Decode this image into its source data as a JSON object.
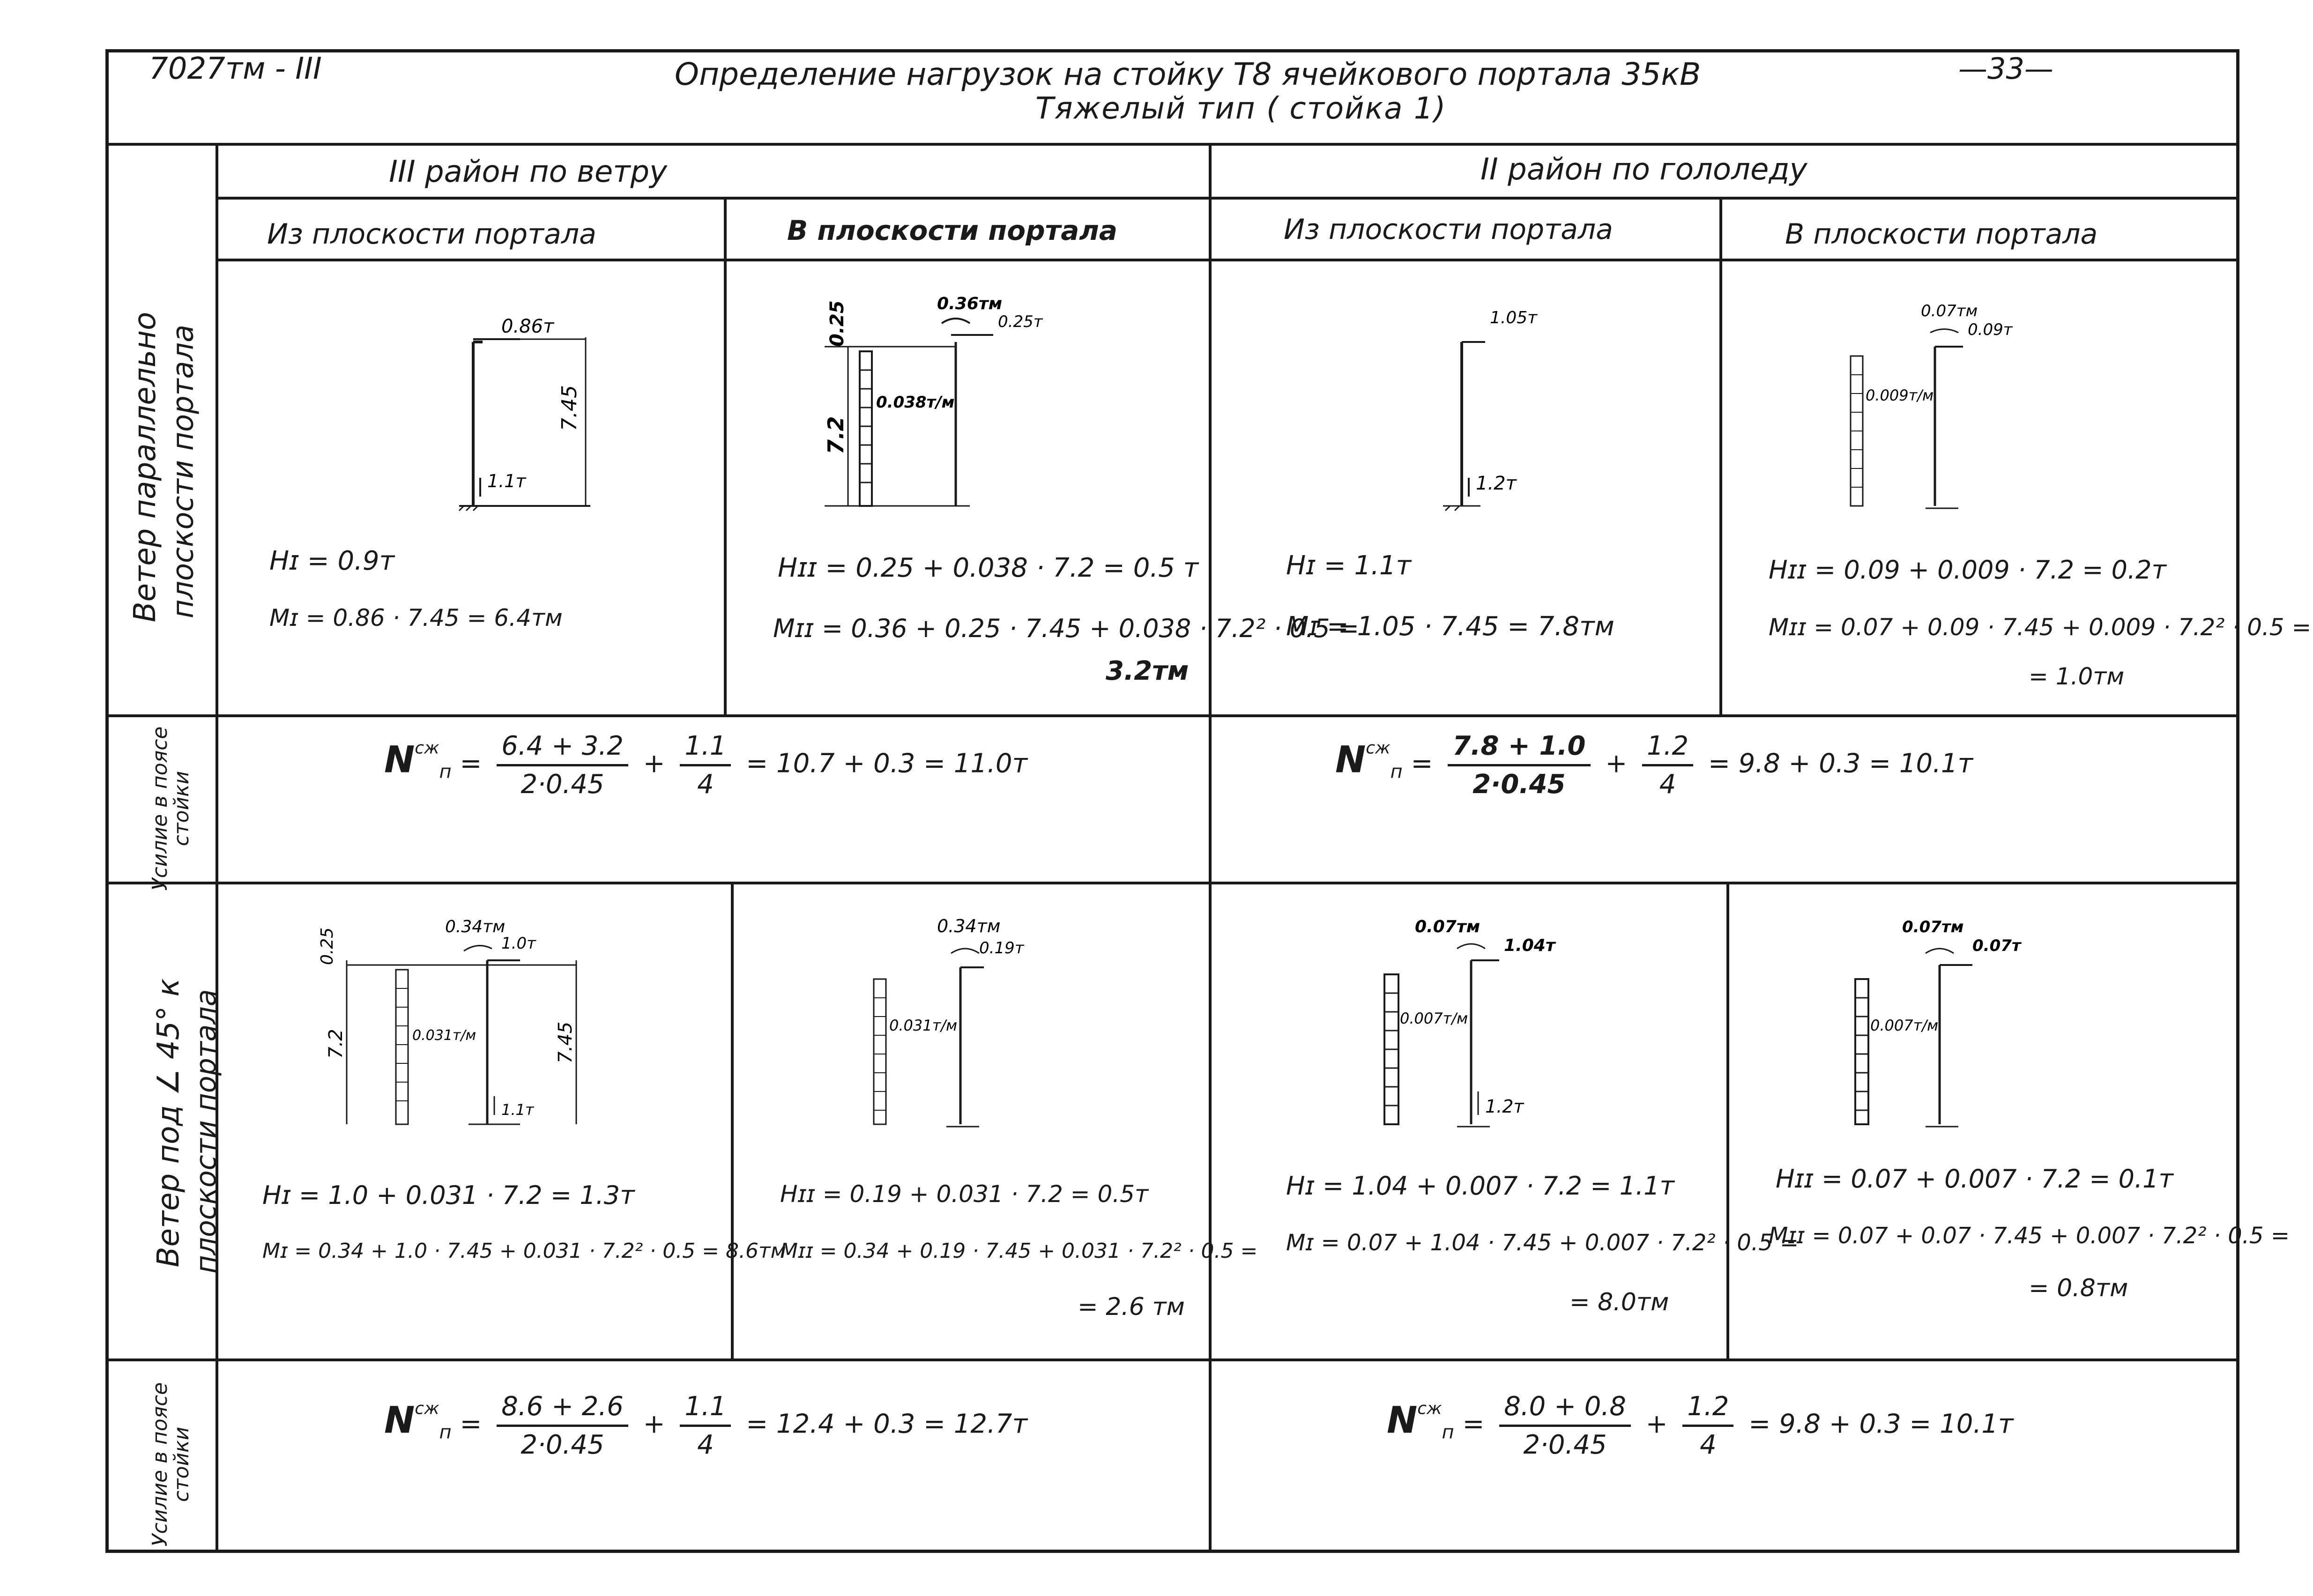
{
  "header": {
    "doc_code": "7027тм - III",
    "title_line1": "Определение нагрузок на стойку Т8 ячейкового портала 35кВ",
    "title_line2": "Тяжелый тип ( стойка 1)",
    "page_number": "—33—"
  },
  "columns": {
    "wind_zone": "III район по ветру",
    "ice_zone": "II район по гололеду",
    "out_of_plane_1": "Из плоскости портала",
    "in_plane_1": "В плоскости портала",
    "out_of_plane_2": "Из плоскости портала",
    "in_plane_2": "В плоскости портала"
  },
  "rows": {
    "row1_label_a": "Ветер параллельно",
    "row1_label_b": "плоскости портала",
    "row2_label": "Усилие в поясе стойки",
    "row3_label_a": "Ветер под ∠ 45° к",
    "row3_label_b": "плоскости портала",
    "row4_label": "Усилие в поясе стойки"
  },
  "cells": {
    "r1c1": {
      "d_top": "0.86т",
      "d_height": "7.45",
      "d_bottom": "1.1т",
      "h": "Hɪ = 0.9т",
      "m": "Mɪ = 0.86 · 7.45 = 6.4тм"
    },
    "r1c2": {
      "d_moment": "0.36тм",
      "d_top": "0.25т",
      "d_offset": "0.25",
      "d_height": "7.2",
      "d_dist": "0.038т/м",
      "h": "Hɪɪ = 0.25 + 0.038 · 7.2 = 0.5 т",
      "m": "Mɪɪ = 0.36 + 0.25 · 7.45 + 0.038 · 7.2² · 0.5 =",
      "m2": "3.2тм"
    },
    "r1c3": {
      "d_top": "1.05т",
      "d_bottom": "1.2т",
      "h": "Hɪ = 1.1т",
      "m": "Mɪ = 1.05 · 7.45 = 7.8тм"
    },
    "r1c4": {
      "d_moment": "0.07тм",
      "d_top": "0.09т",
      "d_dist": "0.009т/м",
      "h": "Hɪɪ = 0.09 + 0.009 · 7.2 = 0.2т",
      "m": "Mɪɪ = 0.07 + 0.09 · 7.45 + 0.009 · 7.2² · 0.5 =",
      "m2": "= 1.0тм"
    },
    "r3c1": {
      "d_moment": "0.34тм",
      "d_top": "1.0т",
      "d_offset": "0.25",
      "d_height_l": "7.2",
      "d_height_r": "7.45",
      "d_dist": "0.031т/м",
      "d_bottom": "1.1т",
      "h": "Hɪ = 1.0 + 0.031 · 7.2 = 1.3т",
      "m": "Mɪ = 0.34 + 1.0 · 7.45 + 0.031 · 7.2² · 0.5 = 8.6тм"
    },
    "r3c2": {
      "d_moment": "0.34тм",
      "d_top": "0.19т",
      "d_dist": "0.031т/м",
      "h": "Hɪɪ = 0.19 + 0.031 · 7.2 = 0.5т",
      "m": "Mɪɪ = 0.34 + 0.19 · 7.45 + 0.031 · 7.2² · 0.5 =",
      "m2": "= 2.6 тм"
    },
    "r3c3": {
      "d_moment": "0.07тм",
      "d_top": "1.04т",
      "d_dist": "0.007т/м",
      "d_bottom": "1.2т",
      "h": "Hɪ = 1.04 + 0.007 · 7.2 = 1.1т",
      "m": "Mɪ = 0.07 + 1.04 · 7.45 + 0.007 · 7.2² · 0.5 =",
      "m2": "= 8.0тм"
    },
    "r3c4": {
      "d_moment": "0.07тм",
      "d_top": "0.07т",
      "d_dist": "0.007т/м",
      "h": "Hɪɪ = 0.07 + 0.007 · 7.2 = 0.1т",
      "m": "Mɪɪ = 0.07 + 0.07 · 7.45 + 0.007 · 7.2² · 0.5 =",
      "m2": "= 0.8тм"
    }
  },
  "forces": {
    "r2_wind": {
      "sym": "N",
      "sup": "сж",
      "sub": "п",
      "n1": "6.4 + 3.2",
      "d1": "2·0.45",
      "n2": "1.1",
      "d2": "4",
      "rest": "= 10.7 + 0.3 = 11.0т"
    },
    "r2_ice": {
      "sym": "N",
      "sup": "сж",
      "sub": "п",
      "n1": "7.8 + 1.0",
      "d1": "2·0.45",
      "n2": "1.2",
      "d2": "4",
      "rest": "= 9.8 + 0.3 = 10.1т"
    },
    "r4_wind": {
      "sym": "N",
      "sup": "сж",
      "sub": "п",
      "n1": "8.6 + 2.6",
      "d1": "2·0.45",
      "n2": "1.1",
      "d2": "4",
      "rest": "= 12.4 + 0.3 = 12.7т"
    },
    "r4_ice": {
      "sym": "N",
      "sup": "сж",
      "sub": "п",
      "n1": "8.0 + 0.8",
      "d1": "2·0.45",
      "n2": "1.2",
      "d2": "4",
      "rest": "= 9.8 + 0.3 = 10.1т"
    }
  }
}
